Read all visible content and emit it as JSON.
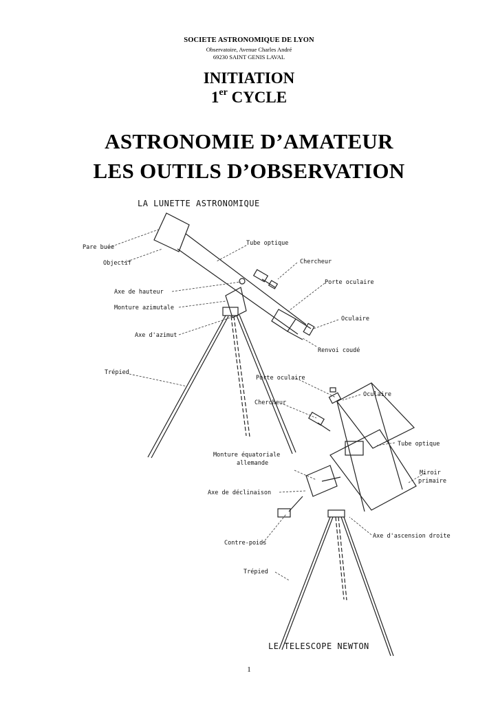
{
  "header": {
    "organization": "SOCIETE ASTRONOMIQUE DE LYON",
    "address_line1": "Observatoire, Avenue Charles André",
    "address_line2": "69230 SAINT GENIS LAVAL"
  },
  "initiation": {
    "line1": "INITIATION",
    "cycle_number": "1",
    "cycle_superscript": "er",
    "cycle_word": " CYCLE"
  },
  "titles": {
    "line1": "ASTRONOMIE D’AMATEUR",
    "line2": "LES OUTILS D’OBSERVATION"
  },
  "figure": {
    "lunette": {
      "caption": "LA LUNETTE ASTRONOMIQUE",
      "labels": {
        "pare_buee": "Pare buée",
        "objectif": "Objectif",
        "tube_optique": "Tube optique",
        "chercheur": "Chercheur",
        "axe_hauteur": "Axe de hauteur",
        "porte_oculaire": "Porte oculaire",
        "monture_azimutale": "Monture azimutale",
        "oculaire": "Oculaire",
        "axe_azimut": "Axe d'azimut",
        "renvoi_coude": "Renvoi coudé",
        "trepied": "Trépied"
      }
    },
    "newton": {
      "caption": "LE TELESCOPE NEWTON",
      "labels": {
        "porte_oculaire": "Porte oculaire",
        "oculaire": "Oculaire",
        "chercheur": "Chercheur",
        "tube_optique": "Tube optique",
        "monture_line1": "Monture équatoriale",
        "monture_line2": "allemande",
        "miroir_line1": "Miroir",
        "miroir_line2": "primaire",
        "axe_declinaison": "Axe de déclinaison",
        "contre_poids": "Contre-poids",
        "axe_ascension": "Axe d'ascension droite",
        "trepied": "Trépied"
      }
    }
  },
  "footer": {
    "page_number": "1"
  }
}
